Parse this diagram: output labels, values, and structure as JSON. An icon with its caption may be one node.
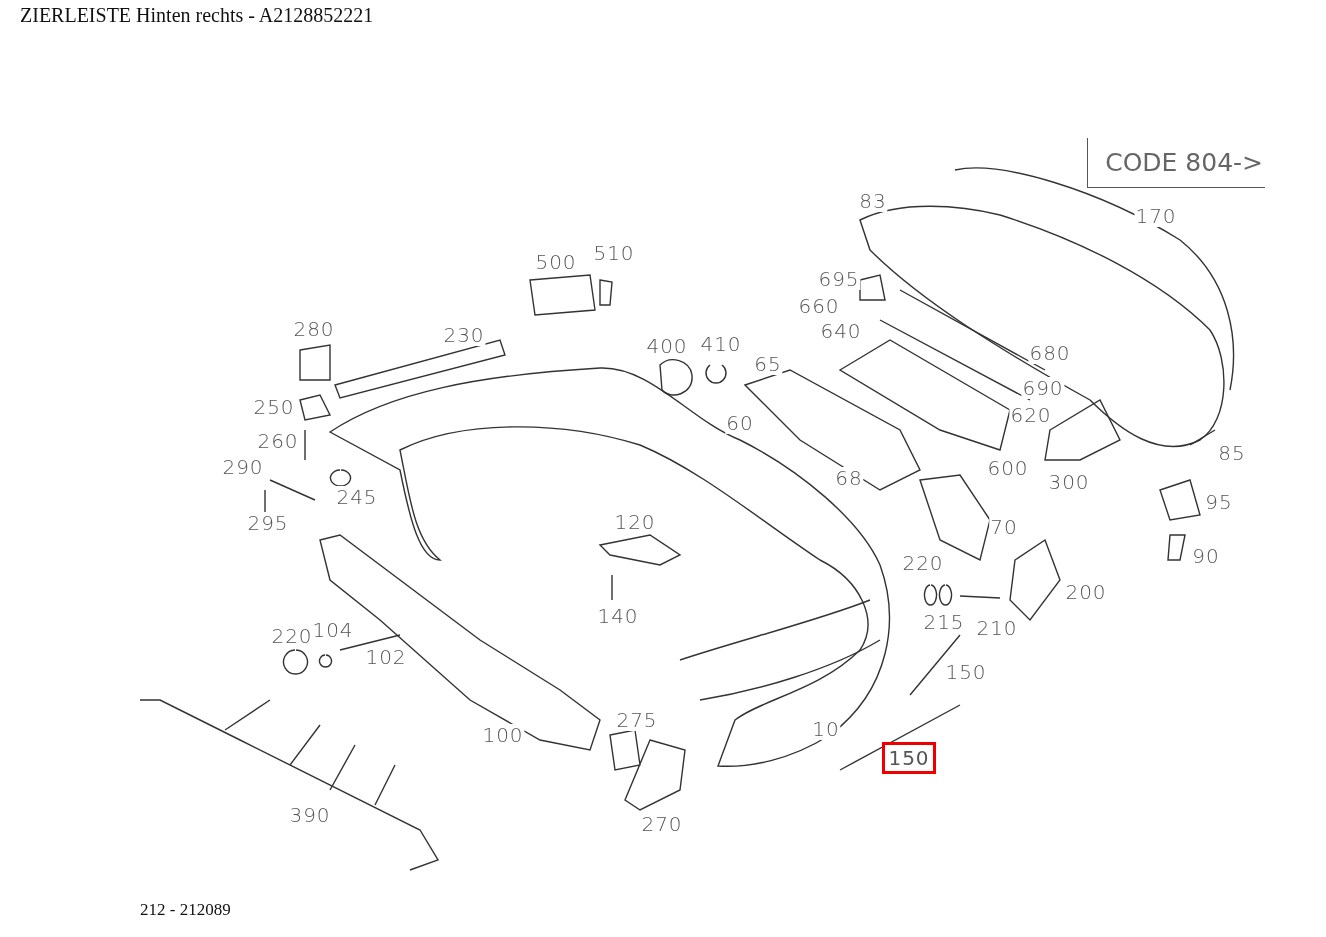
{
  "diagram": {
    "title": "ZIERLEISTE Hinten rechts - A2128852221",
    "caption": "212 - 212089",
    "nodes": [
      {
        "text": [
          "CODE 804->"
        ]
      },
      {
        "text": [
          "150"
        ]
      }
    ],
    "labels": [
      "83",
      "170",
      "500",
      "510",
      "695",
      "660",
      "280",
      "230",
      "640",
      "400",
      "410",
      "680",
      "65",
      "690",
      "250",
      "620",
      "60",
      "85",
      "260",
      "290",
      "245",
      "68",
      "600",
      "300",
      "95",
      "295",
      "120",
      "70",
      "90",
      "220",
      "200",
      "140",
      "215",
      "210",
      "220",
      "104",
      "102",
      "150",
      "275",
      "100",
      "10",
      "390",
      "270"
    ]
  }
}
